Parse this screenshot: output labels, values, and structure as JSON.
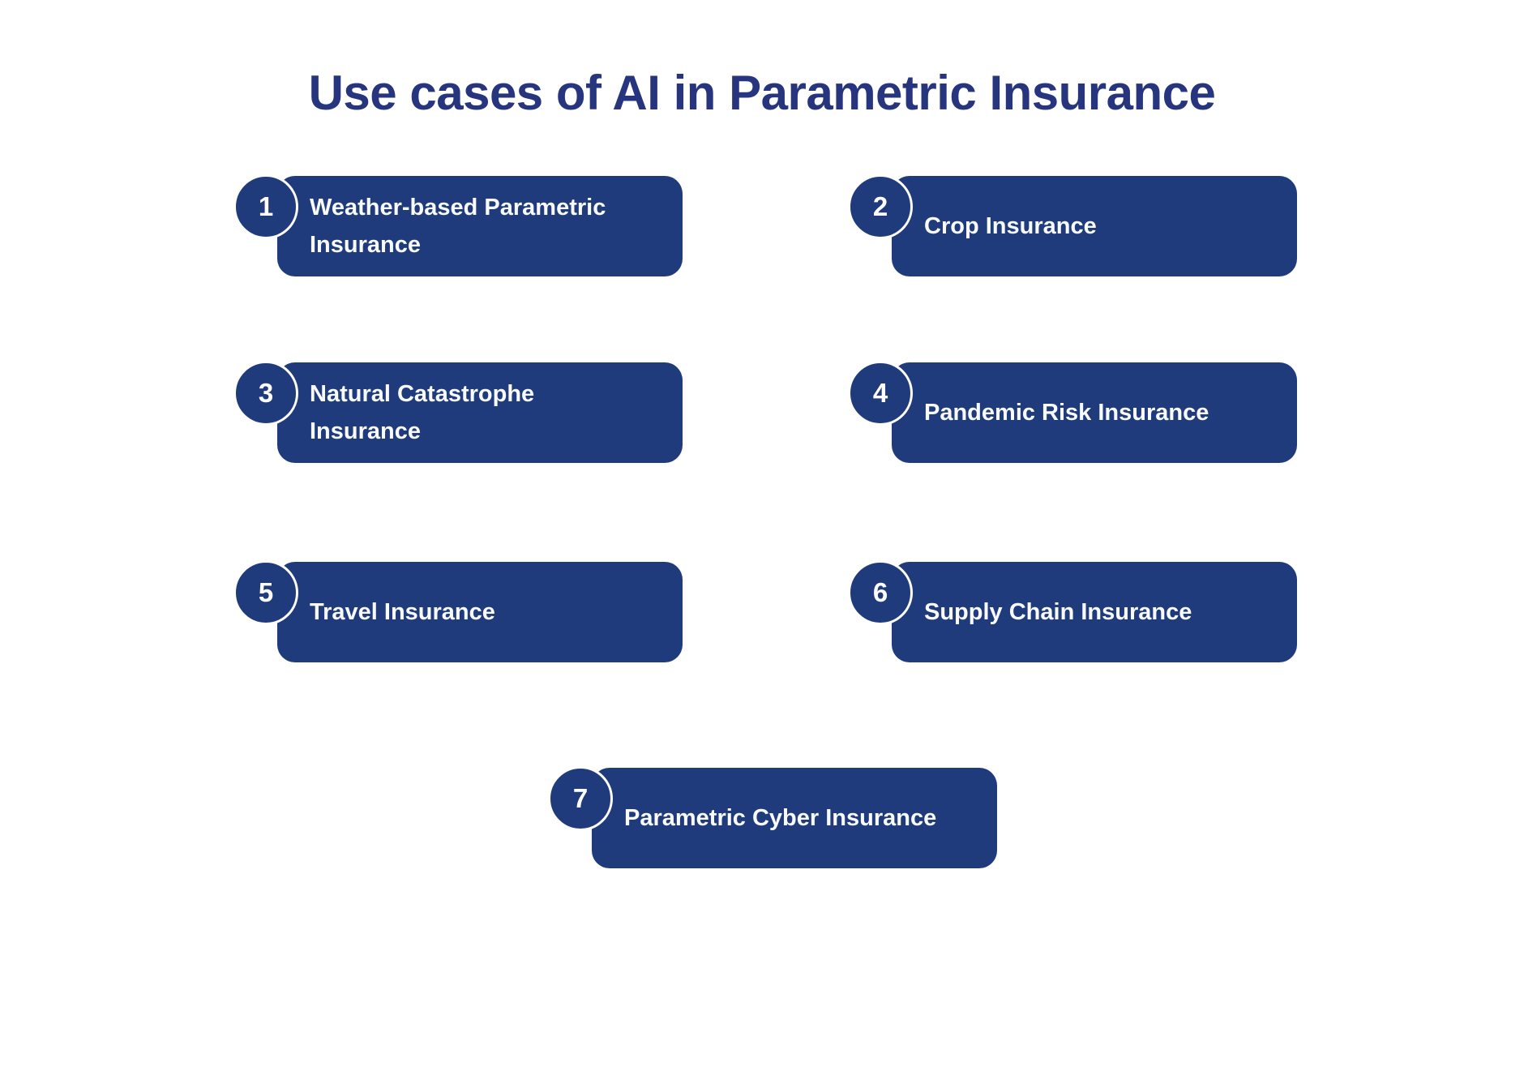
{
  "title": "Use cases of AI in Parametric Insurance",
  "colors": {
    "box_navy": "#1f3b7c",
    "title_navy": "#27357e",
    "label_text": "#f8fafc",
    "background": "#ffffff",
    "badge_ring": "#ffffff"
  },
  "items": [
    {
      "number": "1",
      "label": "Weather-based Parametric Insurance"
    },
    {
      "number": "2",
      "label": "Crop Insurance"
    },
    {
      "number": "3",
      "label": "Natural Catastrophe Insurance"
    },
    {
      "number": "4",
      "label": "Pandemic Risk Insurance"
    },
    {
      "number": "5",
      "label": "Travel Insurance"
    },
    {
      "number": "6",
      "label": "Supply Chain Insurance"
    },
    {
      "number": "7",
      "label": "Parametric Cyber Insurance"
    }
  ]
}
